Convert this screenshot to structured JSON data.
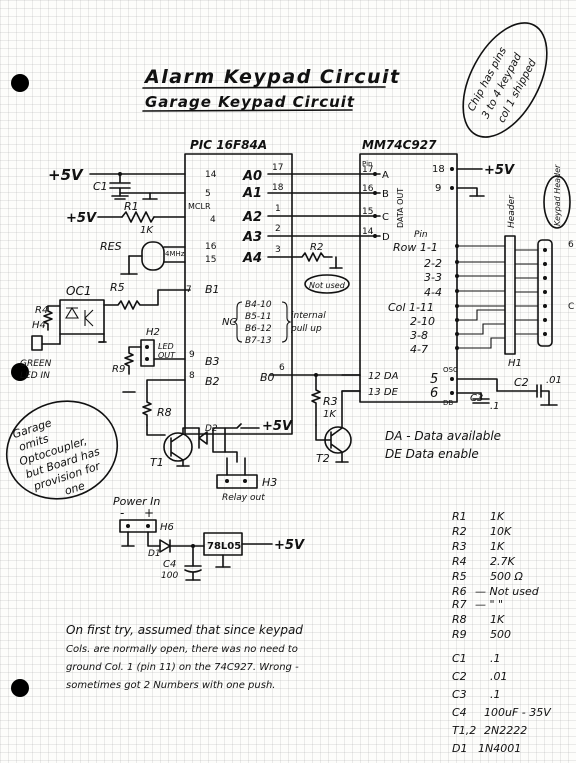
{
  "title": "Alarm Keypad Circuit",
  "subtitle": "Garage Keypad Circuit",
  "side_note": {
    "line1": "Chip has pins",
    "line2": "3 to 4 keypad",
    "line3": "col 1 shipped"
  },
  "chips": {
    "pic": {
      "name": "PIC 16F84A",
      "pins": [
        {
          "label": "A0",
          "num": "17"
        },
        {
          "label": "A1",
          "num": "18"
        },
        {
          "label": "A2",
          "num": "1"
        },
        {
          "label": "A3",
          "num": "2"
        },
        {
          "label": "A4",
          "num": "3"
        }
      ],
      "left_pins": [
        "14",
        "5",
        "4",
        "16",
        "15",
        "7",
        "9",
        "8"
      ],
      "mclr": "MCLR",
      "b1": "B1",
      "b3": "B3",
      "b2": "B2",
      "b0": "B0",
      "b0_pin": "6",
      "internal_note": {
        "prefix": "NC",
        "b4": "B4-10",
        "b5": "B5-11",
        "b6": "B6-12",
        "b7": "B7-13",
        "l1": "internal",
        "l2": "pull up"
      }
    },
    "mm": {
      "name": "MM74C927",
      "pin_head": "Pin",
      "pins": [
        {
          "num": "17",
          "label": "A"
        },
        {
          "num": "16",
          "label": "B"
        },
        {
          "num": "15",
          "label": "C"
        },
        {
          "num": "14",
          "label": "D"
        }
      ],
      "data_out": "DATA OUT",
      "right_pins": [
        {
          "label": "18",
          "extra": "+5V"
        },
        {
          "label": "9",
          "extra": ""
        }
      ],
      "keypad_pin_head": "Pin",
      "keypad_pins": [
        {
          "label": "Row 1-1"
        },
        {
          "label": "2-2"
        },
        {
          "label": "3-3"
        },
        {
          "label": "4-4"
        },
        {
          "label": "Col 1-11"
        },
        {
          "label": "2-10"
        },
        {
          "label": "3-8"
        },
        {
          "label": "4-7"
        }
      ],
      "da": "12 DA",
      "de": "13 DE",
      "osc_num": "5",
      "osc": "OSC",
      "db_num": "6",
      "db": "DB"
    }
  },
  "labels": {
    "vcc_a": "+5V",
    "vcc_b": "+5V",
    "vcc_c": "+5V",
    "vcc_d": "+5V",
    "vcc_e": "+5V",
    "vcc_top_mm": "+5V",
    "c1": "C1",
    "r1": "R1",
    "r1_val": "1K",
    "res": "RES",
    "res_freq": "4MHz",
    "r2": "R2",
    "r2_note": "Not used",
    "oc1": "OC1",
    "r4": "R4",
    "h4": "H4",
    "r5": "R5",
    "green_led": "GREEN",
    "led_in": "LED IN",
    "h2": "H2",
    "led_out_1": "LED",
    "led_out_2": "OUT",
    "r9": "R9",
    "r8": "R8",
    "d2": "D2",
    "t1": "T1",
    "h3": "H3",
    "relay_out": "Relay out",
    "r3": "R3",
    "r3_val": "1K",
    "t2": "T2",
    "c2": "C2",
    "c2_val": ".01",
    "c3": "C3",
    "c3_val": ".1",
    "header": "Header",
    "keypad_header": "Keypad Header",
    "h1": "H1",
    "pin_6": "6",
    "pin_c": "C",
    "power_in": "Power In",
    "minus": "-",
    "plus": "+",
    "h6": "H6",
    "d1": "D1",
    "c4": "C4",
    "c4_val": "100",
    "regulator": "78L05",
    "vcc_reg": "+5V"
  },
  "garage_note": {
    "l1": "Garage",
    "l2": "omits",
    "l3": "Optocoupler,",
    "l4": "but Board has",
    "l5": "provision for",
    "l6": "one"
  },
  "signal_notes": {
    "da": "DA - Data available",
    "de": "DE Data enable"
  },
  "parts_list": [
    {
      "ref": "R1",
      "val": "1K"
    },
    {
      "ref": "R2",
      "val": "10K"
    },
    {
      "ref": "R3",
      "val": "1K"
    },
    {
      "ref": "R4",
      "val": "2.7K"
    },
    {
      "ref": "R5",
      "val": "500 Ω"
    },
    {
      "ref": "R6",
      "val": "— Not used"
    },
    {
      "ref": "R7",
      "val": "— \"   \""
    },
    {
      "ref": "R8",
      "val": "1K"
    },
    {
      "ref": "R9",
      "val": "500"
    },
    {
      "ref": "C1",
      "val": ".1"
    },
    {
      "ref": "C2",
      "val": ".01"
    },
    {
      "ref": "C3",
      "val": ".1"
    },
    {
      "ref": "C4",
      "val": "100uF - 35V"
    },
    {
      "ref": "T1,2",
      "val": "2N2222"
    },
    {
      "ref": "D1",
      "val": "1N4001"
    }
  ],
  "footnote": {
    "l1": "On first try, assumed that since keypad",
    "l2": "Cols. are normally open, there was no need to",
    "l3": "ground Col. 1 (pin 11) on the 74C927. Wrong -",
    "l4": "sometimes got 2 Numbers with one push."
  }
}
